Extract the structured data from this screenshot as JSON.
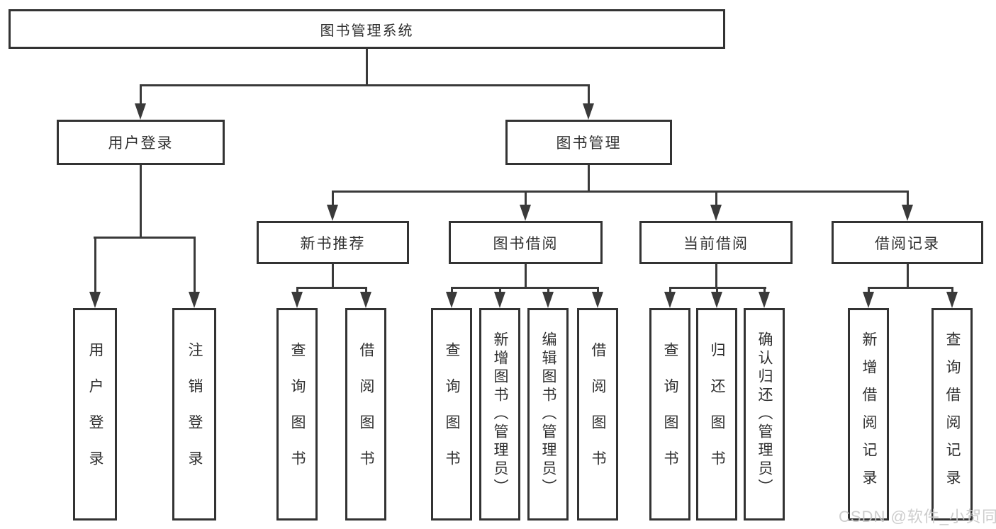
{
  "tree": {
    "root_label": "图书管理系统",
    "branches": [
      {
        "label": "用户登录",
        "children": [
          "用户登录",
          "注销登录"
        ]
      },
      {
        "label": "图书管理",
        "groups": [
          {
            "label": "新书推荐",
            "children": [
              "查询图书",
              "借阅图书"
            ]
          },
          {
            "label": "图书借阅",
            "children": [
              "查询图书",
              "新增图书（管理员）",
              "编辑图书（管理员）",
              "借阅图书"
            ]
          },
          {
            "label": "当前借阅",
            "children": [
              "查询图书",
              "归还图书",
              "确认归还（管理员）"
            ]
          },
          {
            "label": "借阅记录",
            "children": [
              "新增借阅记录",
              "查询借阅记录"
            ]
          }
        ]
      }
    ]
  },
  "watermark": {
    "text": "CSDN @软件_小贺同学"
  },
  "colors": {
    "line": "#3a3a3a",
    "border": "#333333",
    "text": "#2f2f2f",
    "background": "#ffffff",
    "watermark": "#c8c8c8"
  }
}
